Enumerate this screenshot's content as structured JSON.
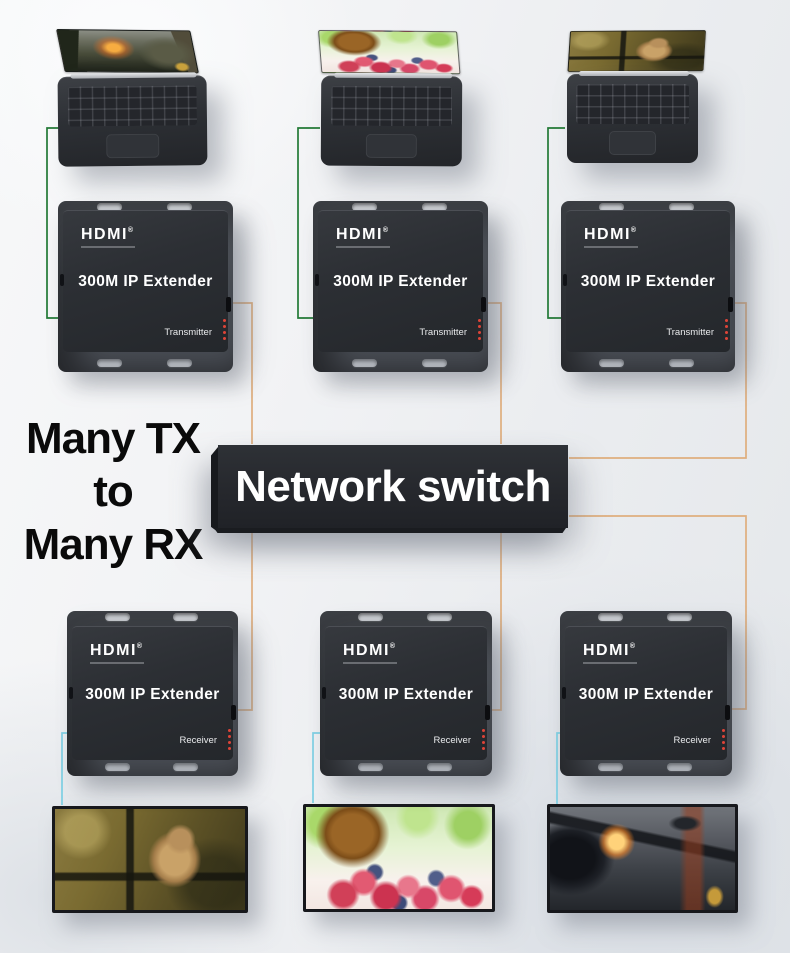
{
  "headline": {
    "line1": "Many TX",
    "line2": "to",
    "line3": "Many RX"
  },
  "network_switch": {
    "label": "Network switch",
    "color": "#26282c"
  },
  "devices": {
    "brand": "HDMI",
    "brand_mark": "®",
    "model": "300M IP Extender",
    "transmitters": [
      {
        "role_label": "Transmitter",
        "input_content": "fps-game"
      },
      {
        "role_label": "Transmitter",
        "input_content": "berries"
      },
      {
        "role_label": "Transmitter",
        "input_content": "chipmunk"
      }
    ],
    "receivers": [
      {
        "role_label": "Receiver",
        "output_content": "chipmunk"
      },
      {
        "role_label": "Receiver",
        "output_content": "berries"
      },
      {
        "role_label": "Receiver",
        "output_content": "fps-game"
      }
    ]
  },
  "sources": [
    {
      "device": "laptop",
      "screen_content": "fps-game"
    },
    {
      "device": "laptop",
      "screen_content": "berries"
    },
    {
      "device": "laptop",
      "screen_content": "chipmunk"
    }
  ],
  "displays": [
    {
      "device": "monitor",
      "screen_content": "chipmunk"
    },
    {
      "device": "monitor",
      "screen_content": "berries"
    },
    {
      "device": "monitor",
      "screen_content": "fps-game"
    }
  ],
  "connections": {
    "source_cable_color": "#237a36",
    "network_cable_color": "#dfae7e",
    "display_cable_color": "#7fd0e4"
  }
}
